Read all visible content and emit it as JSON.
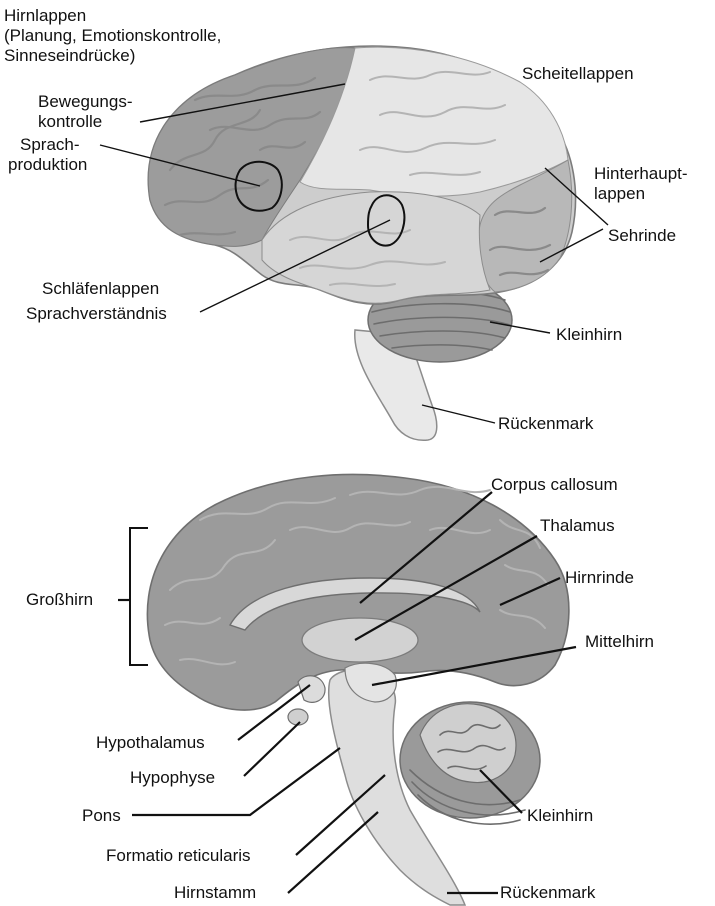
{
  "top_view": {
    "labels": {
      "frontal_lobe": [
        "Hirnlappen",
        "(Planung, Emotionskontrolle,",
        "Sinneseindrücke)"
      ],
      "motor_control": [
        "Bewegungs-",
        "kontrolle"
      ],
      "speech_production": [
        "Sprach-",
        "produktion"
      ],
      "parietal_lobe": "Scheitellappen",
      "occipital_lobe": [
        "Hinterhaupt-",
        "lappen"
      ],
      "visual_cortex": "Sehrinde",
      "temporal_lobe": "Schläfenlappen",
      "speech_comprehension": "Sprachverständnis",
      "cerebellum": "Kleinhirn",
      "spinal_cord": "Rückenmark"
    }
  },
  "bottom_view": {
    "labels": {
      "corpus_callosum": "Corpus callosum",
      "thalamus": "Thalamus",
      "cerebral_cortex": "Hirnrinde",
      "cerebrum": "Großhirn",
      "midbrain": "Mittelhirn",
      "hypothalamus": "Hypothalamus",
      "pituitary": "Hypophyse",
      "pons": "Pons",
      "reticular_formation": "Formatio reticularis",
      "brainstem": "Hirnstamm",
      "cerebellum": "Kleinhirn",
      "spinal_cord": "Rückenmark"
    }
  },
  "colors": {
    "frontal_lobe": "#9c9c9c",
    "parietal_lobe": "#e6e6e6",
    "temporal_lobe": "#cdcdcd",
    "occipital_lobe": "#b8b8b8",
    "cerebellum": "#9a9a9a",
    "spinal_cord": "#e9e9e9",
    "cortex_section": "#9b9b9b",
    "white_matter": "#d2d2d2",
    "brainstem": "#dedede"
  }
}
